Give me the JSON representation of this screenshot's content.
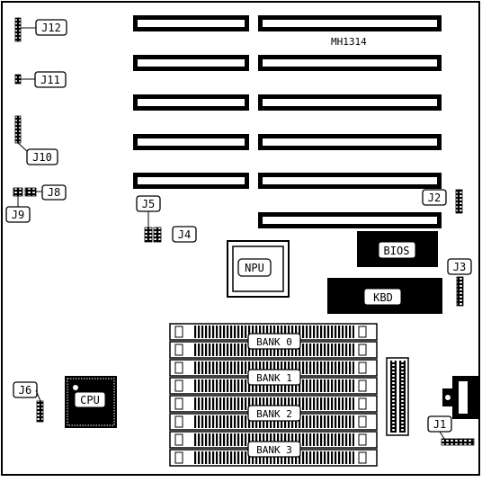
{
  "board": {
    "model": "MH1314",
    "chips": {
      "bios": "BIOS",
      "kbd": "KBD",
      "npu": "NPU",
      "cpu": "CPU"
    },
    "banks": [
      "BANK 0",
      "BANK 1",
      "BANK 2",
      "BANK 3"
    ],
    "jumpers": {
      "j1": "J1",
      "j2": "J2",
      "j3": "J3",
      "j4": "J4",
      "j5": "J5",
      "j6": "J6",
      "j8": "J8",
      "j9": "J9",
      "j10": "J10",
      "j11": "J11",
      "j12": "J12"
    }
  }
}
